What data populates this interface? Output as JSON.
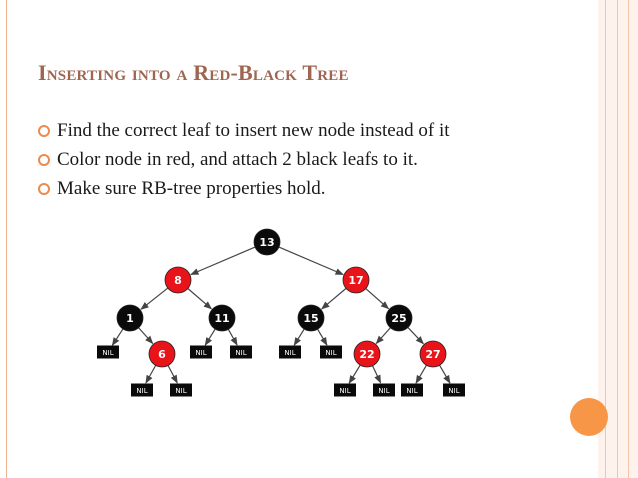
{
  "slide": {
    "title": "Inserting into a Red-Black Tree",
    "bullets": [
      "Find the correct leaf to insert new node instead of it",
      "Color node in red, and attach 2 black leafs to it.",
      "Make sure RB-tree properties hold."
    ]
  },
  "tree": {
    "nodes": [
      {
        "id": "n13",
        "label": "13",
        "color": "black"
      },
      {
        "id": "n8",
        "label": "8",
        "color": "red"
      },
      {
        "id": "n17",
        "label": "17",
        "color": "red"
      },
      {
        "id": "n1",
        "label": "1",
        "color": "black"
      },
      {
        "id": "n11",
        "label": "11",
        "color": "black"
      },
      {
        "id": "n15",
        "label": "15",
        "color": "black"
      },
      {
        "id": "n25",
        "label": "25",
        "color": "black"
      },
      {
        "id": "n6",
        "label": "6",
        "color": "red"
      },
      {
        "id": "n22",
        "label": "22",
        "color": "red"
      },
      {
        "id": "n27",
        "label": "27",
        "color": "red"
      }
    ],
    "nil_label": "NIL",
    "colors": {
      "red": "#e8141a",
      "black": "#0a0a0a",
      "accent": "#f79646",
      "title": "#a06550"
    }
  }
}
